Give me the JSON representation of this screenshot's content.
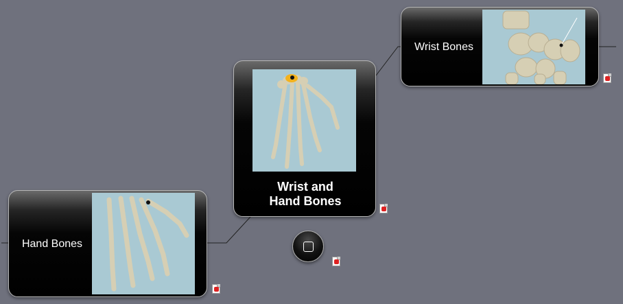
{
  "map": {
    "central": {
      "label_line1": "Wrist and",
      "label_line2": "Hand Bones"
    },
    "left_child": {
      "label": "Hand Bones"
    },
    "right_child": {
      "label": "Wrist Bones"
    }
  },
  "colors": {
    "canvas": "#6f717d",
    "node_fill": "#000000",
    "node_border": "#b8b8b8",
    "connector": "#222222",
    "highlight": "#f3b21c",
    "bone": "#d6cfb4"
  },
  "icons": {
    "attachment": "pdf-attachment-icon",
    "topic_marker": "square-outline-icon"
  }
}
